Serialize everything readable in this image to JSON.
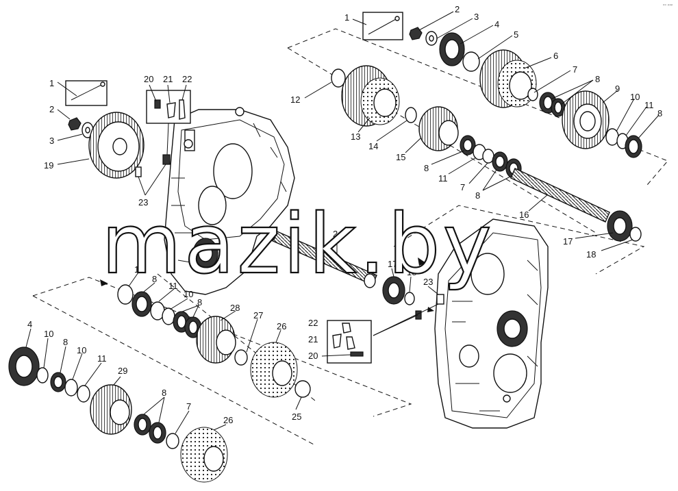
{
  "watermark": "mazik.by",
  "corner_mark": "ᵒᵒ ᵖᵖᵖ",
  "callouts": {
    "upper_right": [
      "1",
      "2",
      "3",
      "4",
      "5",
      "6",
      "7",
      "8",
      "8",
      "9",
      "10",
      "11",
      "8",
      "12",
      "13",
      "14",
      "15",
      "8",
      "11",
      "7",
      "8",
      "16",
      "17",
      "18"
    ],
    "upper_left": [
      "1",
      "2",
      "3",
      "19",
      "20",
      "21",
      "22",
      "23"
    ],
    "middle": [
      "24",
      "17",
      "18",
      "23",
      "22",
      "21",
      "20"
    ],
    "lower_left": [
      "12",
      "8",
      "11",
      "10",
      "8",
      "28",
      "27",
      "26",
      "25",
      "4",
      "10",
      "8",
      "10",
      "11",
      "29",
      "8",
      "7",
      "26"
    ]
  },
  "icons": {
    "housing_left": "gearbox-housing-icon",
    "housing_right": "gearbox-housing-icon",
    "shaft": "splined-shaft-icon",
    "gear": "gear-icon",
    "bearing": "bearing-icon"
  }
}
